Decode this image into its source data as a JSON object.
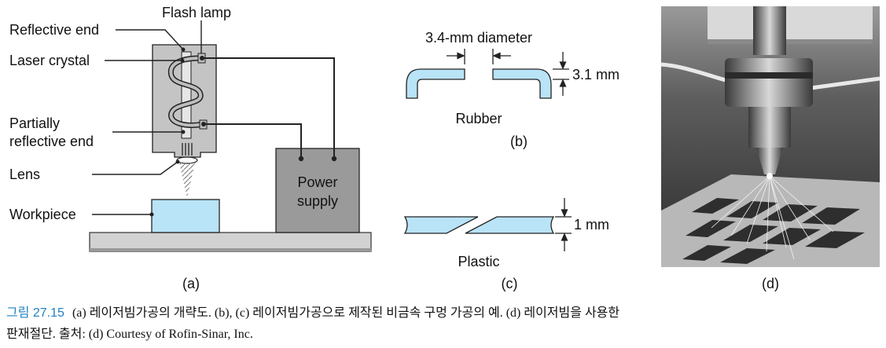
{
  "panel_a": {
    "labels": {
      "flash_lamp": "Flash lamp",
      "reflective_end": "Reflective end",
      "laser_crystal": "Laser crystal",
      "partially_line1": "Partially",
      "partially_line2": "reflective end",
      "lens": "Lens",
      "workpiece": "Workpiece",
      "power_line1": "Power",
      "power_line2": "supply"
    },
    "panel_label": "(a)"
  },
  "panel_b": {
    "diameter_label": "3.4-mm diameter",
    "thickness_label": "3.1 mm",
    "material": "Rubber",
    "panel_label": "(b)"
  },
  "panel_c": {
    "thickness_label": "1 mm",
    "material": "Plastic",
    "panel_label": "(c)"
  },
  "panel_d": {
    "panel_label": "(d)"
  },
  "caption": {
    "figure_number": "그림 27.15",
    "line1": "(a) 레이저빔가공의 개략도. (b), (c) 레이저빔가공으로 제작된 비금속 구멍 가공의 예. (d) 레이저빔을 사용한",
    "line2": "판재절단. 출처: (d) Courtesy of Rofin-Sinar, Inc."
  },
  "colors": {
    "light_blue": "#b9e3f7",
    "housing_gray": "#c4c4c4",
    "power_gray": "#9a9a9a",
    "base_gray": "#d2d2d2",
    "caption_blue": "#1f7fc1"
  }
}
